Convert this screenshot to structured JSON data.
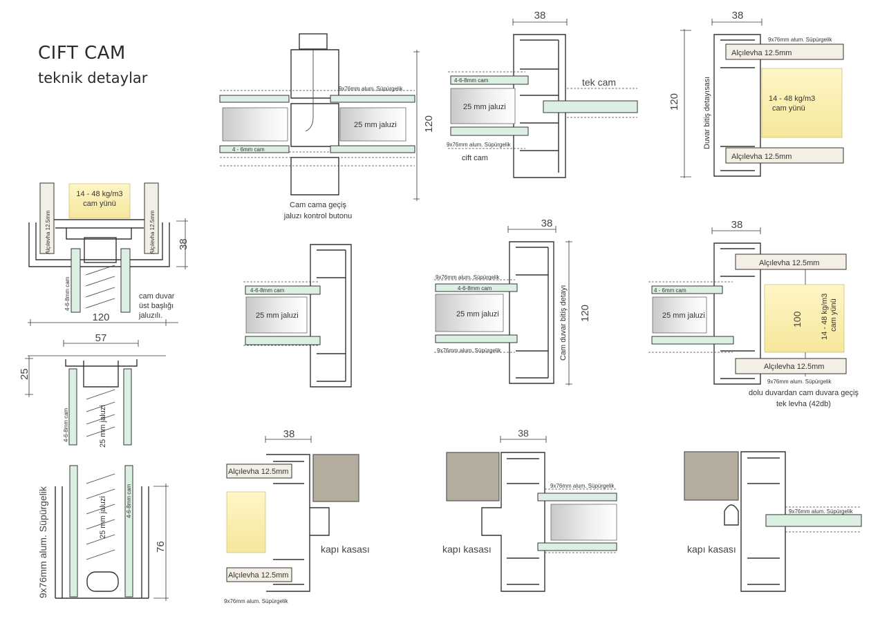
{
  "title": {
    "main": "CIFT CAM",
    "sub": "teknik detaylar"
  },
  "labels": {
    "supurgelik_small": "9x76mm alum. Süpürgelik",
    "supurgelik_large": "9x76mm alum. Süpürgelik",
    "alcipan": "Alçılevha 12.5mm",
    "alcipan_spaced": "Alçılevha  12.5mm",
    "alcipan_short": "Alçılevha",
    "mm125": "12.5mm",
    "wool_line1": "14 - 48 kg/m3",
    "wool_line2": "cam yünü",
    "glass_468": "4-6-8mm cam",
    "glass_46": "4 - 6mm cam",
    "blind_25": "25 mm jaluzi",
    "tek_cam": "tek cam",
    "cift_cam": "cift cam",
    "duvar_bitis": "Duvar bitiş detayısası",
    "cam_duvar_bitis": "Cam duvar bitiş detayı",
    "cam_cama_1": "Cam cama geçiş",
    "cam_cama_2": "jaluzı kontrol butonu",
    "ust_1": "cam duvar",
    "ust_2": "üst başlığı",
    "ust_3": "jaluzılı.",
    "dolu_1": "dolu duvardan cam duvara geçiş",
    "dolu_2": "tek levha (42db)",
    "kapi_kasasi": "kapı kasası"
  },
  "dimensions": {
    "d38": "38",
    "d120": "120",
    "d57": "57",
    "d25": "25",
    "d76": "76",
    "d100": "100"
  }
}
